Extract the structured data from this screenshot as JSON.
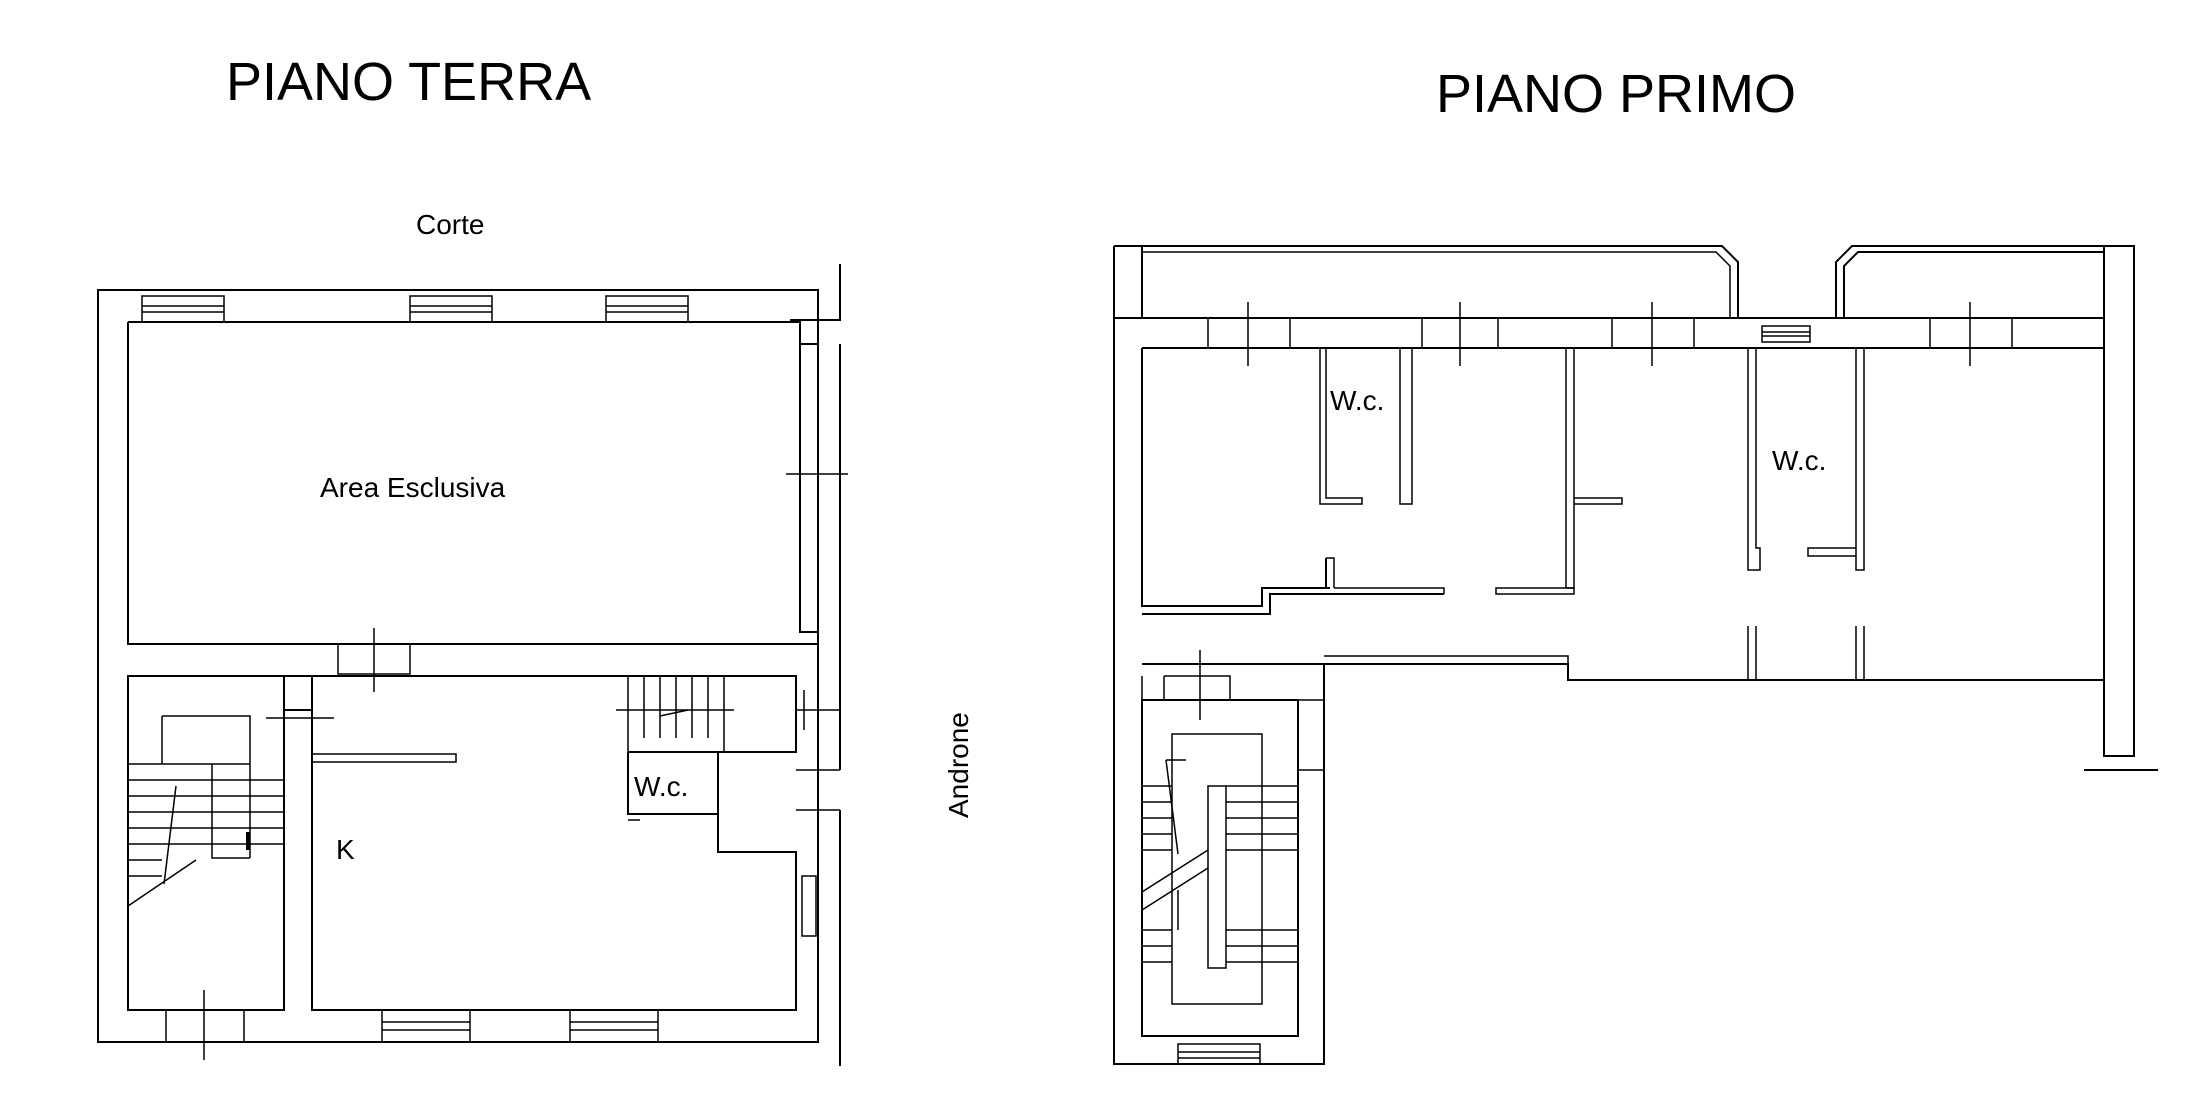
{
  "floors": [
    {
      "title": "PIANO TERRA",
      "labels": {
        "courtyard": "Corte",
        "exclusive_area": "Area Esclusiva",
        "wc": "W.c.",
        "kitchen": "K",
        "entrance_hall": "Androne"
      }
    },
    {
      "title": "PIANO PRIMO",
      "labels": {
        "wc_left": "W.c.",
        "wc_right": "W.c."
      }
    }
  ]
}
